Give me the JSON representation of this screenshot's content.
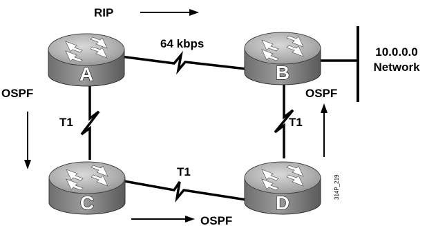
{
  "routers": [
    {
      "id": "router-a",
      "label": "A"
    },
    {
      "id": "router-b",
      "label": "B"
    },
    {
      "id": "router-c",
      "label": "C"
    },
    {
      "id": "router-d",
      "label": "D"
    }
  ],
  "links": {
    "ab": "64 kbps",
    "ac": "T1",
    "bd": "T1",
    "cd": "T1"
  },
  "network": {
    "line1": "10.0.0.0",
    "line2": "Network"
  },
  "protocols": {
    "top": "RIP",
    "left": "OSPF",
    "right": "OSPF",
    "bottom": "OSPF"
  },
  "figure_code": "314P_219",
  "colors": {
    "router_body": "#8c8c8c",
    "router_top": "#b5b5b5",
    "router_dark": "#5e5e5e",
    "line": "#000000"
  }
}
